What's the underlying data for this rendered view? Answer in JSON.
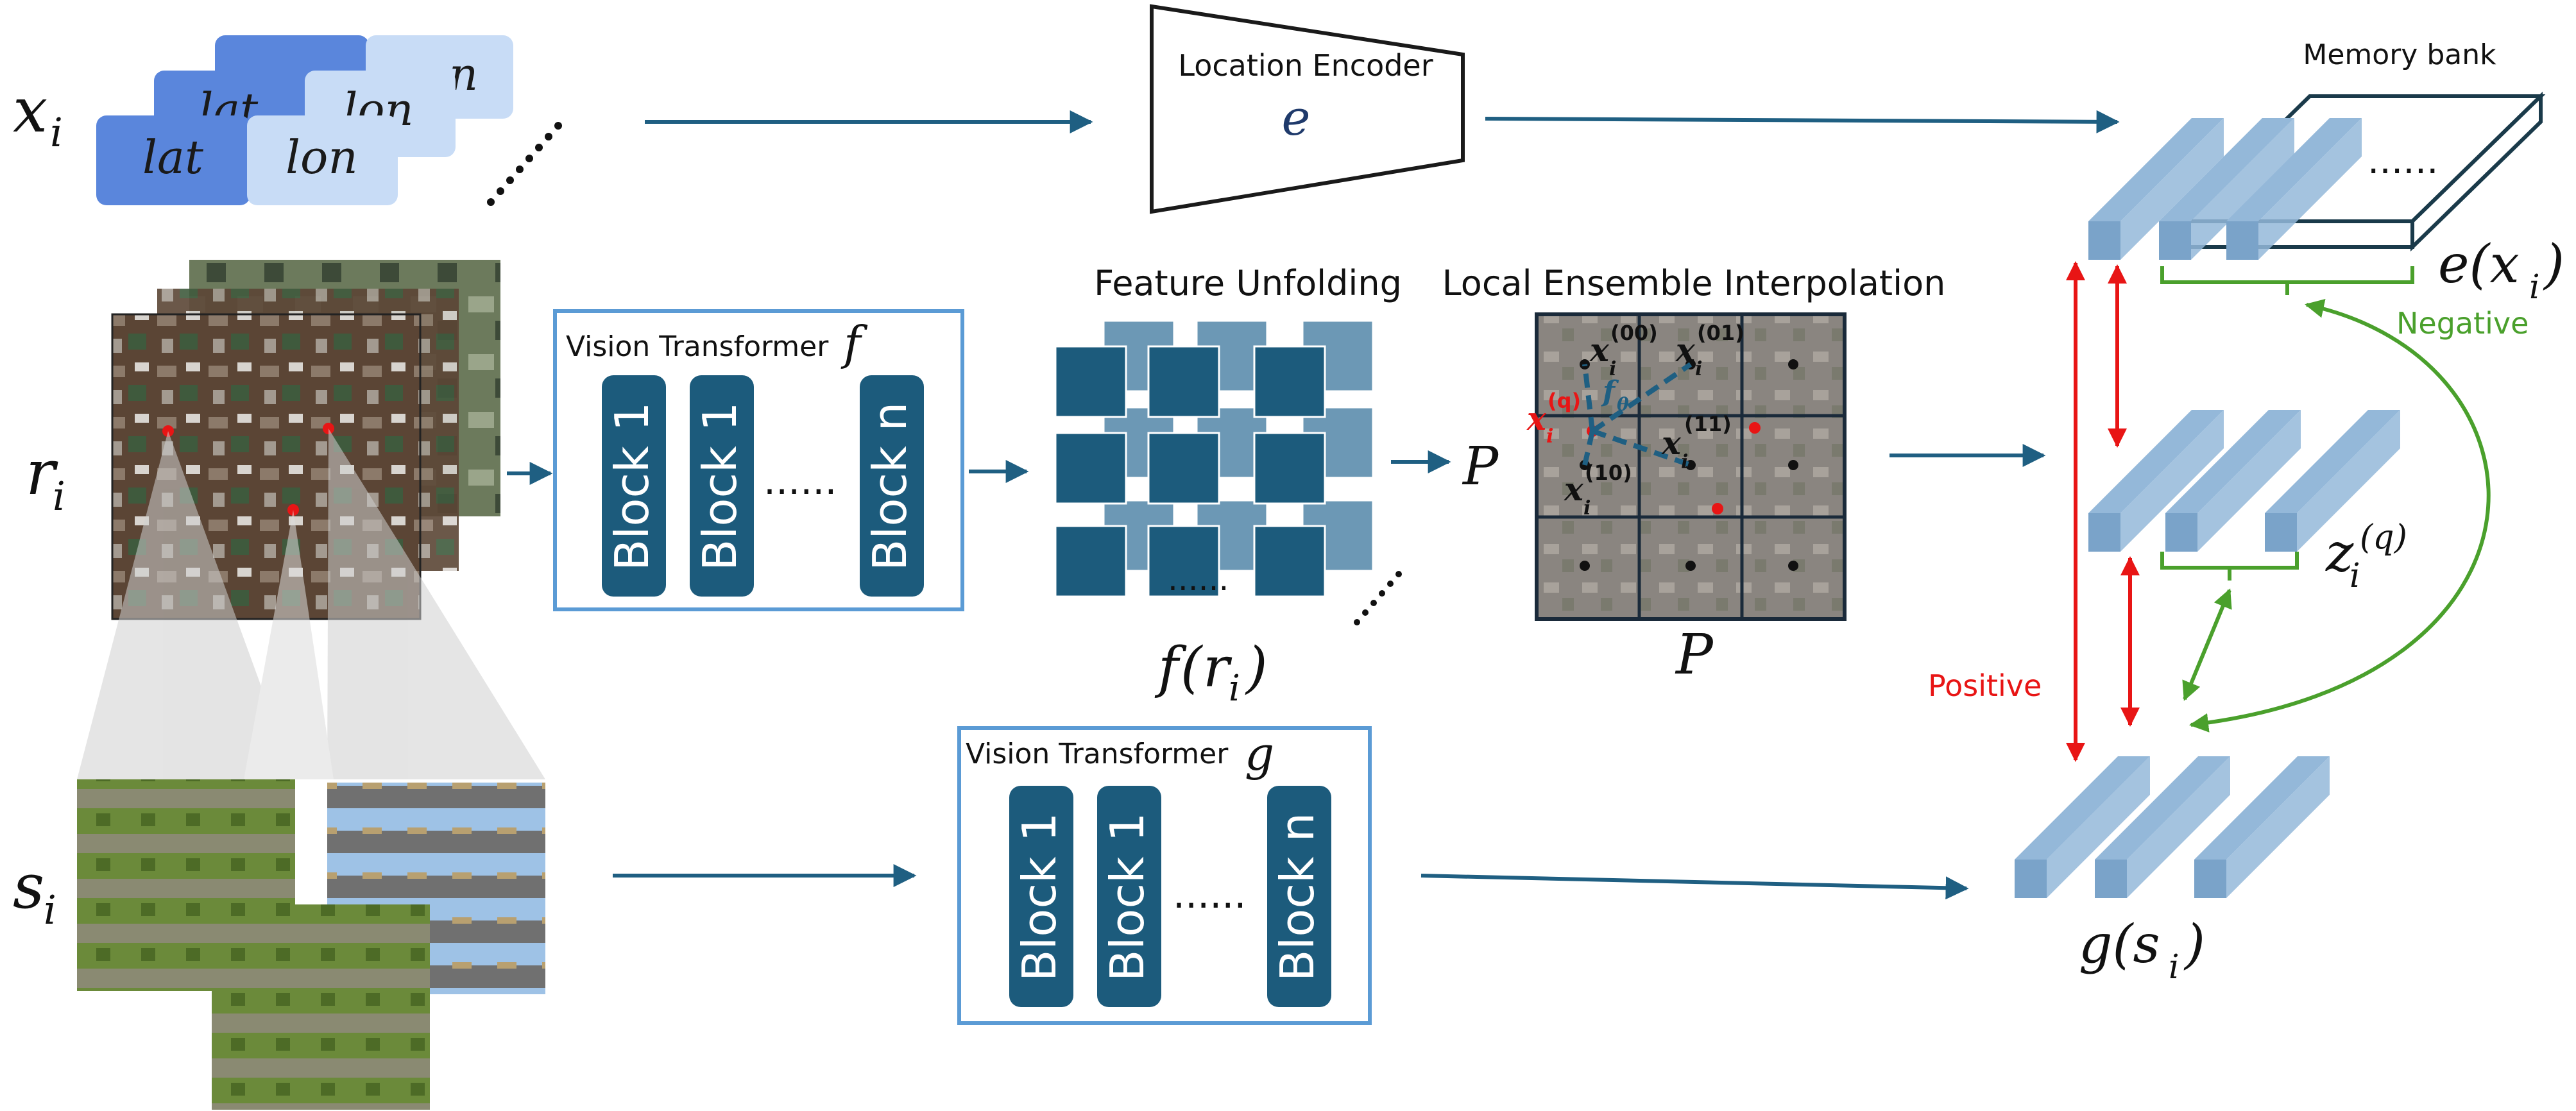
{
  "inputs": {
    "x_label": "x",
    "x_sub": "i",
    "r_label": "r",
    "r_sub": "i",
    "s_label": "s",
    "s_sub": "i",
    "lat": "lat",
    "lon": "lon",
    "lat_back": "lat",
    "lon_back": "lon",
    "lon_back2": "n"
  },
  "location_encoder": {
    "title": "Location Encoder",
    "symbol": "e"
  },
  "vit_f": {
    "title": "Vision Transformer",
    "symbol": "f",
    "block1": "Block 1",
    "block2": "Block 1",
    "ellipsis": "......",
    "blockn": "Block n"
  },
  "vit_g": {
    "title": "Vision Transformer",
    "symbol": "g",
    "block1": "Block 1",
    "block2": "Block 1",
    "ellipsis": "......",
    "blockn": "Block n"
  },
  "unfolding": {
    "title": "Feature Unfolding",
    "P": "P",
    "caption_f": "f",
    "caption_arg": "r",
    "caption_sub": "i",
    "ellipsis": "......"
  },
  "interpolation": {
    "title": "Local Ensemble Interpolation",
    "caption": "P",
    "x00": "(00)",
    "x01": "(01)",
    "x11": "(11)",
    "x10": "(10)",
    "xq": "(q)",
    "x_base": "x",
    "x_sub": "i",
    "f_theta": "f",
    "theta": "θ"
  },
  "memory_bank": {
    "title": "Memory bank",
    "dots": "......",
    "e_label": "e(x",
    "e_sub": "i",
    "e_close": ")",
    "z_label": "z",
    "z_sub": "i",
    "z_sup": "(q)",
    "g_label": "g(s",
    "g_sub": "i",
    "g_close": ")"
  },
  "labels": {
    "negative": "Negative",
    "positive": "Positive"
  },
  "colors": {
    "arrow": "#1f5f82",
    "block_fill": "#1c5b7c",
    "box_border": "#5b9bd5",
    "bar_fill": "#94b8d9",
    "bar_side": "#7aa3c9",
    "positive": "#e81515",
    "negative": "#4aa02c",
    "lat_fill": "#5a86dc",
    "lon_fill": "#c8dcf6"
  }
}
